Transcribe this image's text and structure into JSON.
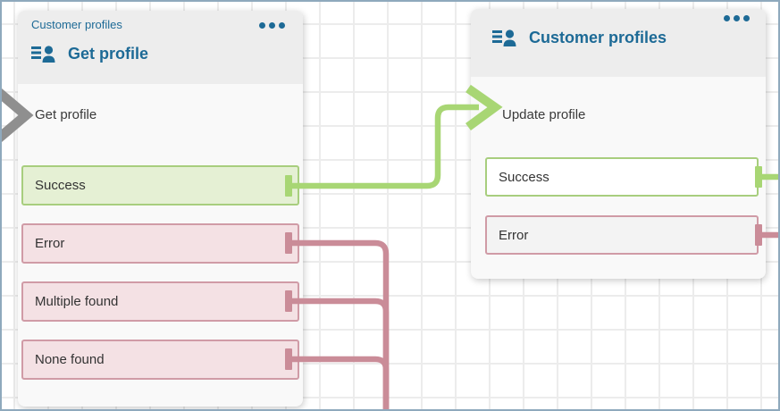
{
  "colors": {
    "frame": "#8fa9bd",
    "grid_line": "#ececec",
    "canvas_bg": "#ffffff",
    "header_bg": "#ededed",
    "body_bg": "#f9f9f9",
    "accent_blue": "#1d6a96",
    "row_text": "#333333",
    "success_fill": "#e5f0d4",
    "success_border": "#a8ce7e",
    "error_fill": "#f4e1e4",
    "error_border": "#d09ba6",
    "neutral_fill": "#f3f3f3",
    "white_fill": "#ffffff",
    "connector_green": "#a8d674",
    "connector_pink": "#ca8c98",
    "connector_gray": "#8f8f8f"
  },
  "blocks": {
    "get_profile": {
      "type_label": "Customer profiles",
      "title": "Get profile",
      "action_label": "Get profile",
      "outputs": [
        {
          "label": "Success",
          "kind": "success"
        },
        {
          "label": "Error",
          "kind": "error"
        },
        {
          "label": "Multiple found",
          "kind": "error"
        },
        {
          "label": "None found",
          "kind": "error"
        }
      ]
    },
    "update_profile": {
      "title": "Customer profiles",
      "action_label": "Update profile",
      "outputs": [
        {
          "label": "Success",
          "kind": "success"
        },
        {
          "label": "Error",
          "kind": "error"
        }
      ]
    }
  }
}
